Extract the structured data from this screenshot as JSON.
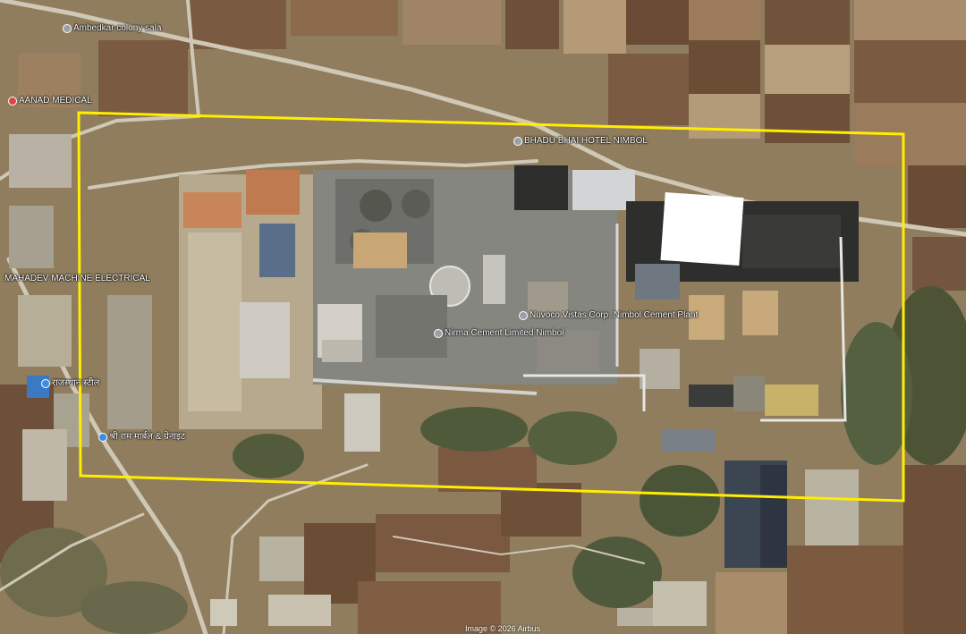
{
  "labels": {
    "ambedkar_colony": "Ambedkar colony sala",
    "aanad_medical": "AANAD MEDICAL",
    "bhadu_bhai_hotel": "BHADU BHAI HOTEL NIMBOL",
    "mahadev_electrical": "MAHADEV MACHINE ELECTRICAL",
    "nuvoco": "Nuvoco Vistas Corp. Nimbol Cement Plant",
    "jk_cement": "Nirma Cement Limited Nimbol",
    "shop_1": "राजस्थान स्टील",
    "shop_2": "श्री राम मार्बल & ग्रेनाइट"
  },
  "attribution": "Image © 2026 Airbus",
  "colors": {
    "highlight_box": "#ffee00",
    "road": "#d8d2c2",
    "field_dark": "#6b4d36",
    "field_light": "#b49a76"
  },
  "icons": {
    "place_pin": "place-pin-icon",
    "medical_pin": "medical-pin-icon",
    "shop_pin": "shop-pin-icon"
  }
}
